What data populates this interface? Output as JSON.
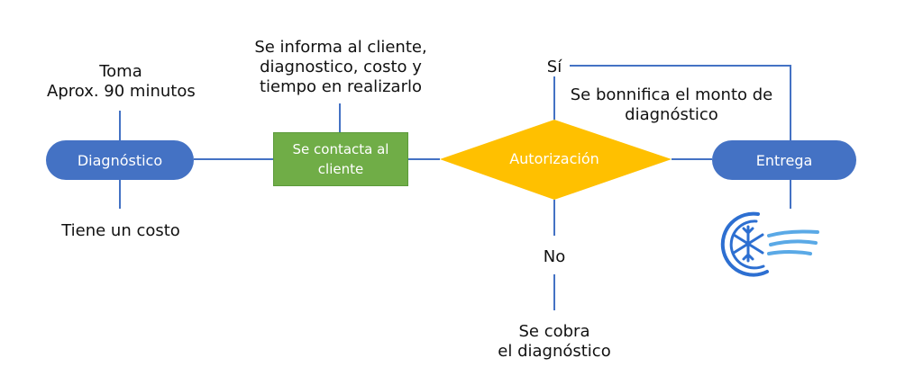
{
  "nodes": {
    "diagnostico": "Diagnóstico",
    "contacta": [
      "Se contacta al",
      "cliente"
    ],
    "autorizacion": "Autorización",
    "entrega": "Entrega"
  },
  "notes": {
    "toma": [
      "Toma",
      "Aprox. 90 minutos"
    ],
    "costo": "Tiene un costo",
    "informa": [
      "Se informa al cliente,",
      "diagnostico, costo y",
      "tiempo en realizarlo"
    ],
    "si": "Sí",
    "bonifica": [
      "Se bonnifica el monto de",
      "diagnóstico"
    ],
    "no": "No",
    "cobra": [
      "Se cobra",
      "el diagnóstico"
    ]
  },
  "logo": {
    "icon": "snowflake-icon"
  },
  "colors": {
    "line": "#4472C4",
    "pill": "#4472C4",
    "box": "#70AD47",
    "diamond": "#FFC000",
    "logo": "#2D6FD1"
  }
}
